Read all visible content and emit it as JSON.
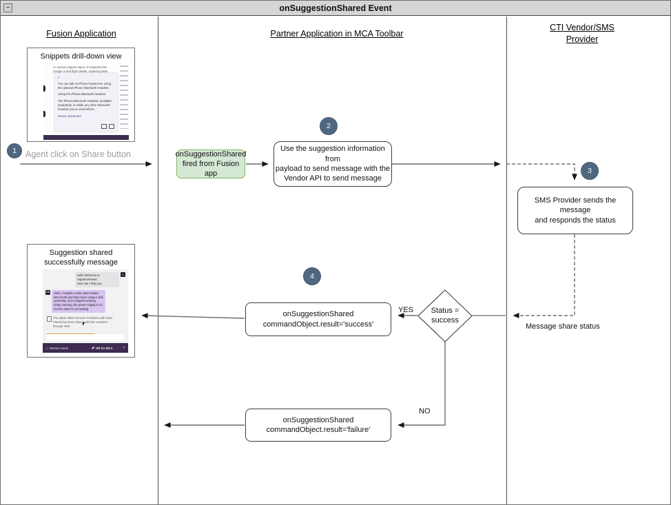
{
  "colors": {
    "badge_fill": "#50687f",
    "green_fill": "#d5e8d4",
    "green_border": "#82b366",
    "purple_bar": "#3d2b50",
    "purple_bubble": "#d8c4f0",
    "link_text": "#4b3f8f",
    "muted_label": "#9c9c9c"
  },
  "title_bar": {
    "title": "onSuggestionShared Event",
    "collapse_glyph": "−"
  },
  "lanes": {
    "fusion": "Fusion Application",
    "partner": "Partner Application in MCA Toolbar",
    "cti": "CTI Vendor/SMS\nProvider"
  },
  "badges": {
    "one": "1",
    "two": "2",
    "three": "3",
    "four": "4"
  },
  "labels": {
    "agent_click": "Agent click on Share button",
    "yes": "YES",
    "no": "NO",
    "message_share_status": "Message share status"
  },
  "nodes": {
    "event_fired": "onSuggestionShared\nfired from Fusion app",
    "use_suggestion": "Use the suggestion information from\npayload to send message with the\nVendor API to send message",
    "sms_provider": "SMS Provider sends the message\nand responds the status",
    "decision": "Status =\nsuccess",
    "result_success": "onSuggestionShared\ncommandObject.result='success'",
    "result_failure": "onSuggestionShared\ncommandObject.result='failure'"
  },
  "snippets_panel": {
    "title": "Snippets drill-down view",
    "bg_text_line1": "on various support topics, it maintains bas",
    "bg_text_line2": "Google to find flight details, replacing batte",
    "card": {
      "back_glyph": "‹",
      "para1": "You can talk on iPhone hands-free using the optional iPhone Bluetooth Headset.",
      "para2": "Using the iPhone Bluetooth Headset",
      "para3": "The iPhone Bluetooth Headset, available separately, is unlike any other Bluetooth headset you've used before.",
      "link": "Source document"
    }
  },
  "success_panel": {
    "title": "Suggestion shared\nsuccessfully message",
    "chat": {
      "agent_avatar": "S",
      "agent_message": "Hello Welcome to SupremoPower,\nHow can I help you",
      "customer_avatar": "MB",
      "customer_message": "Hello, I bought a solar water heater last month and have been using it until yesterday, but it stopped working today morning, the power supply is on, but the water is not heating",
      "info_message": "The article titled Common Problems with Solar Panels has been shared with the customer through SMS.",
      "footer_home": "Service Home",
      "footer_tool": "SR for MCA",
      "footer_close": "×"
    }
  }
}
